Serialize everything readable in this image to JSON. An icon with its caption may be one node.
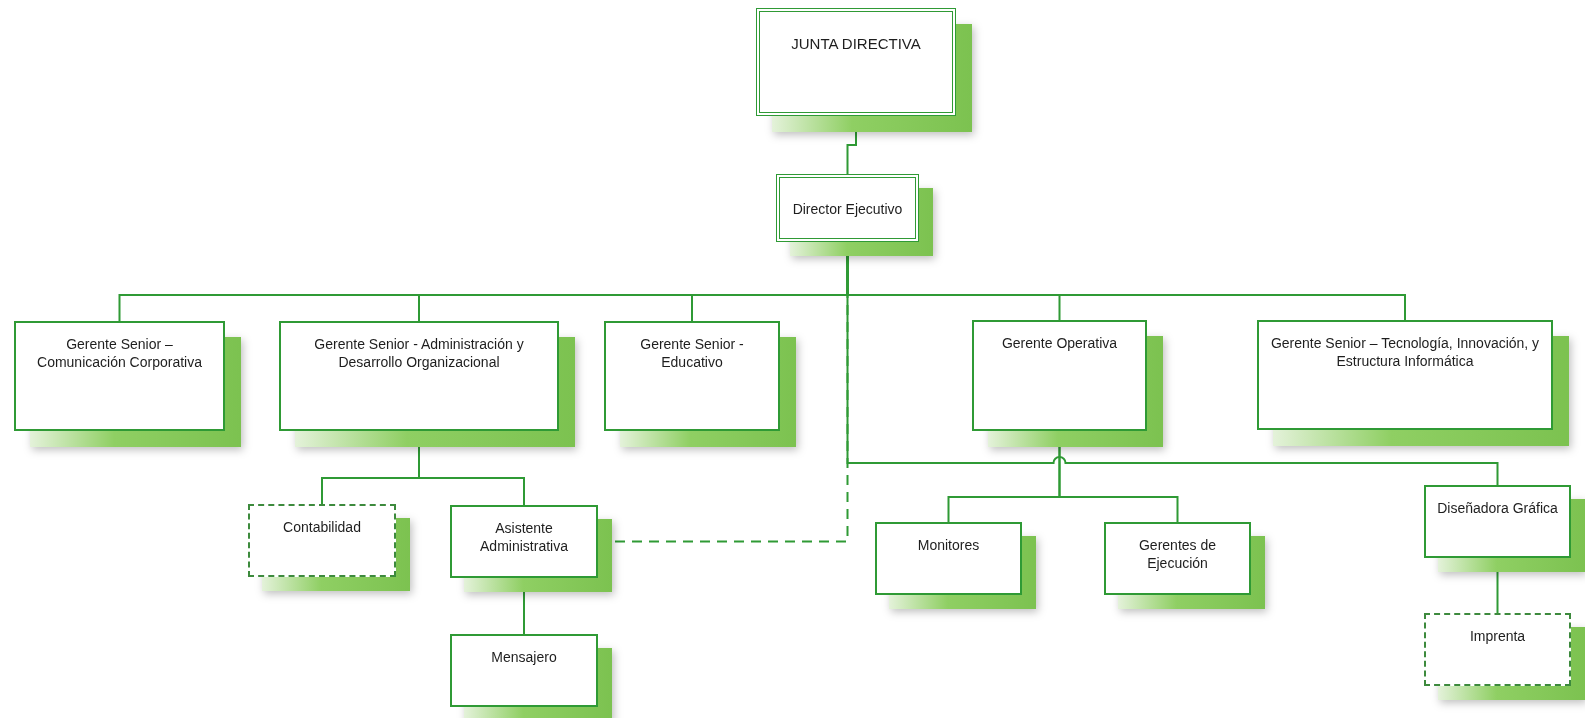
{
  "diagram": {
    "nodes": [
      {
        "text": [
          "JUNTA DIRECTIVA"
        ]
      },
      {
        "text": [
          "Director Ejecutivo"
        ]
      },
      {
        "text": [
          "Gerente Senior – Comunicación Corporativa"
        ]
      },
      {
        "text": [
          "Gerente Senior -   Administración y Desarrollo Organizacional"
        ]
      },
      {
        "text": [
          "Gerente Senior - Educativo"
        ]
      },
      {
        "text": [
          "Gerente Operativa"
        ]
      },
      {
        "text": [
          "Gerente Senior – Tecnología, Innovación, y Estructura Informática"
        ]
      },
      {
        "text": [
          "Contabilidad"
        ]
      },
      {
        "text": [
          "Asistente Administrativa"
        ]
      },
      {
        "text": [
          "Mensajero"
        ]
      },
      {
        "text": [
          "Monitores"
        ]
      },
      {
        "text": [
          "Gerentes de Ejecución"
        ]
      },
      {
        "text": [
          "Diseñadora Gráfica"
        ]
      },
      {
        "text": [
          "Imprenta"
        ]
      }
    ],
    "edges": [
      {
        "from": 0,
        "to": 1,
        "arrow": "none"
      },
      {
        "from": 1,
        "to": 2,
        "arrow": "none"
      },
      {
        "from": 1,
        "to": 3,
        "arrow": "none"
      },
      {
        "from": 1,
        "to": 4,
        "arrow": "none"
      },
      {
        "from": 1,
        "to": 5,
        "arrow": "none"
      },
      {
        "from": 1,
        "to": 6,
        "arrow": "none"
      },
      {
        "from": 1,
        "to": 12,
        "arrow": "none"
      },
      {
        "from": 8,
        "to": 1,
        "arrow": "none",
        "style": "dashed"
      },
      {
        "from": 3,
        "to": 7,
        "arrow": "none"
      },
      {
        "from": 3,
        "to": 8,
        "arrow": "none"
      },
      {
        "from": 8,
        "to": 9,
        "arrow": "none"
      },
      {
        "from": 5,
        "to": 10,
        "arrow": "none"
      },
      {
        "from": 5,
        "to": 11,
        "arrow": "none"
      },
      {
        "from": 12,
        "to": 13,
        "arrow": "none"
      }
    ]
  }
}
